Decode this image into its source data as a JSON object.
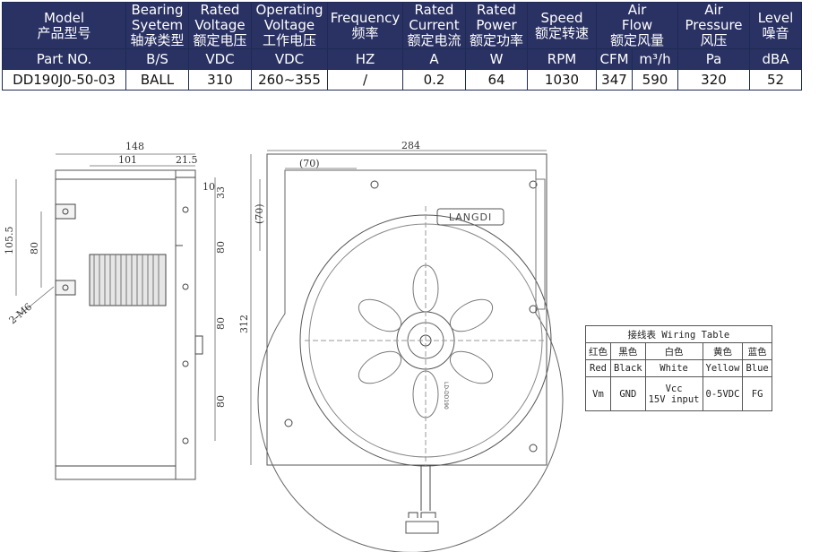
{
  "spec_table": {
    "headers": [
      {
        "en": [
          "Model"
        ],
        "zh": "产品型号"
      },
      {
        "en": [
          "Bearing",
          "Syetem"
        ],
        "zh": "轴承类型"
      },
      {
        "en": [
          "Rated",
          "Voltage"
        ],
        "zh": "额定电压"
      },
      {
        "en": [
          "Operating",
          "Voltage"
        ],
        "zh": "工作电压"
      },
      {
        "en": [
          "Frequency"
        ],
        "zh": "频率"
      },
      {
        "en": [
          "Rated",
          "Current"
        ],
        "zh": "额定电流"
      },
      {
        "en": [
          "Rated",
          "Power"
        ],
        "zh": "额定功率"
      },
      {
        "en": [
          "Speed"
        ],
        "zh": "额定转速"
      },
      {
        "en": [
          "Air",
          "Flow"
        ],
        "zh": "额定风量"
      },
      {
        "en": [
          "Air",
          "Pressure"
        ],
        "zh": "风压"
      },
      {
        "en": [
          "Level"
        ],
        "zh": "噪音"
      }
    ],
    "units": [
      "Part NO.",
      "B/S",
      "VDC",
      "VDC",
      "HZ",
      "A",
      "W",
      "RPM",
      "CFM",
      "m³/h",
      "Pa",
      "dBA"
    ],
    "values": [
      "DD190J0-50-03",
      "BALL",
      "310",
      "260~355",
      "/",
      "0.2",
      "64",
      "1030",
      "347",
      "590",
      "320",
      "52"
    ]
  },
  "drawing": {
    "side_dims": {
      "total_width": "148",
      "body_width": "101",
      "flange": "21.5",
      "top_offset": "10",
      "top_pitch": "33",
      "pitch1": "80",
      "pitch2": "80",
      "pitch3": "80",
      "left_height": "105.5",
      "left_pitch": "80",
      "holes": "2-M6"
    },
    "front_dims": {
      "width": "284",
      "outlet_width": "(70)",
      "outlet_height": "(70)",
      "height": "312"
    },
    "brand_label": "LANGDI",
    "hub_label": "LD-DD190"
  },
  "wiring_table": {
    "title": "接线表 Wiring Table",
    "colors_zh": [
      "红色",
      "黑色",
      "白色",
      "黄色",
      "蓝色"
    ],
    "colors_en": [
      "Red",
      "Black",
      "White",
      "Yellow",
      "Blue"
    ],
    "functions": [
      "Vm",
      "GND",
      "Vcc",
      "0-5VDC",
      "FG"
    ],
    "white_note": "15V input"
  }
}
